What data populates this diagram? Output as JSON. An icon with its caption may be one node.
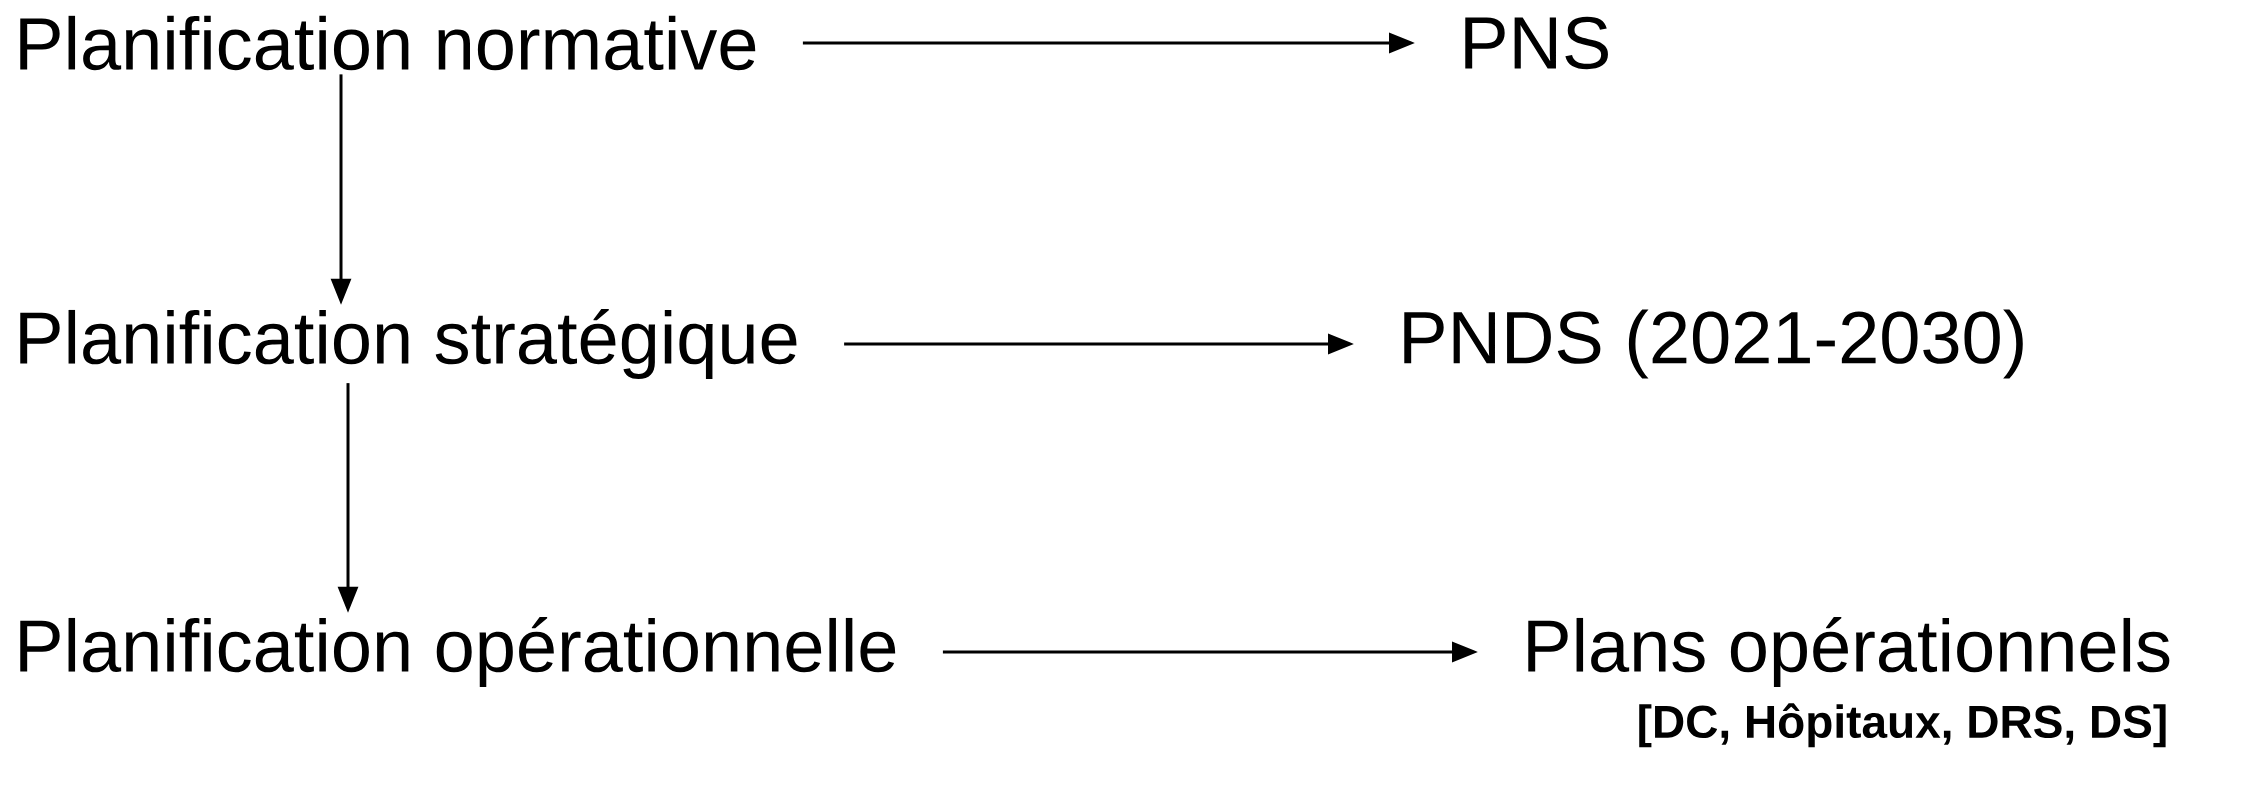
{
  "diagram": {
    "nodes": [
      {
        "text": [
          "Planification normative"
        ]
      },
      {
        "text": [
          "PNS"
        ]
      },
      {
        "text": [
          "Planification stratégique"
        ]
      },
      {
        "text": [
          "PNDS (2021-2030)"
        ]
      },
      {
        "text": [
          "Planification opérationnelle"
        ]
      },
      {
        "text": [
          "Plans opérationnels"
        ],
        "beside": [
          "[DC, Hôpitaux, DRS, DS]"
        ]
      }
    ],
    "edges": [
      {
        "from": 0,
        "to": 1,
        "arrow": "to"
      },
      {
        "from": 0,
        "to": 2,
        "arrow": "to"
      },
      {
        "from": 2,
        "to": 3,
        "arrow": "to"
      },
      {
        "from": 2,
        "to": 4,
        "arrow": "to"
      },
      {
        "from": 4,
        "to": 5,
        "arrow": "to"
      }
    ]
  }
}
